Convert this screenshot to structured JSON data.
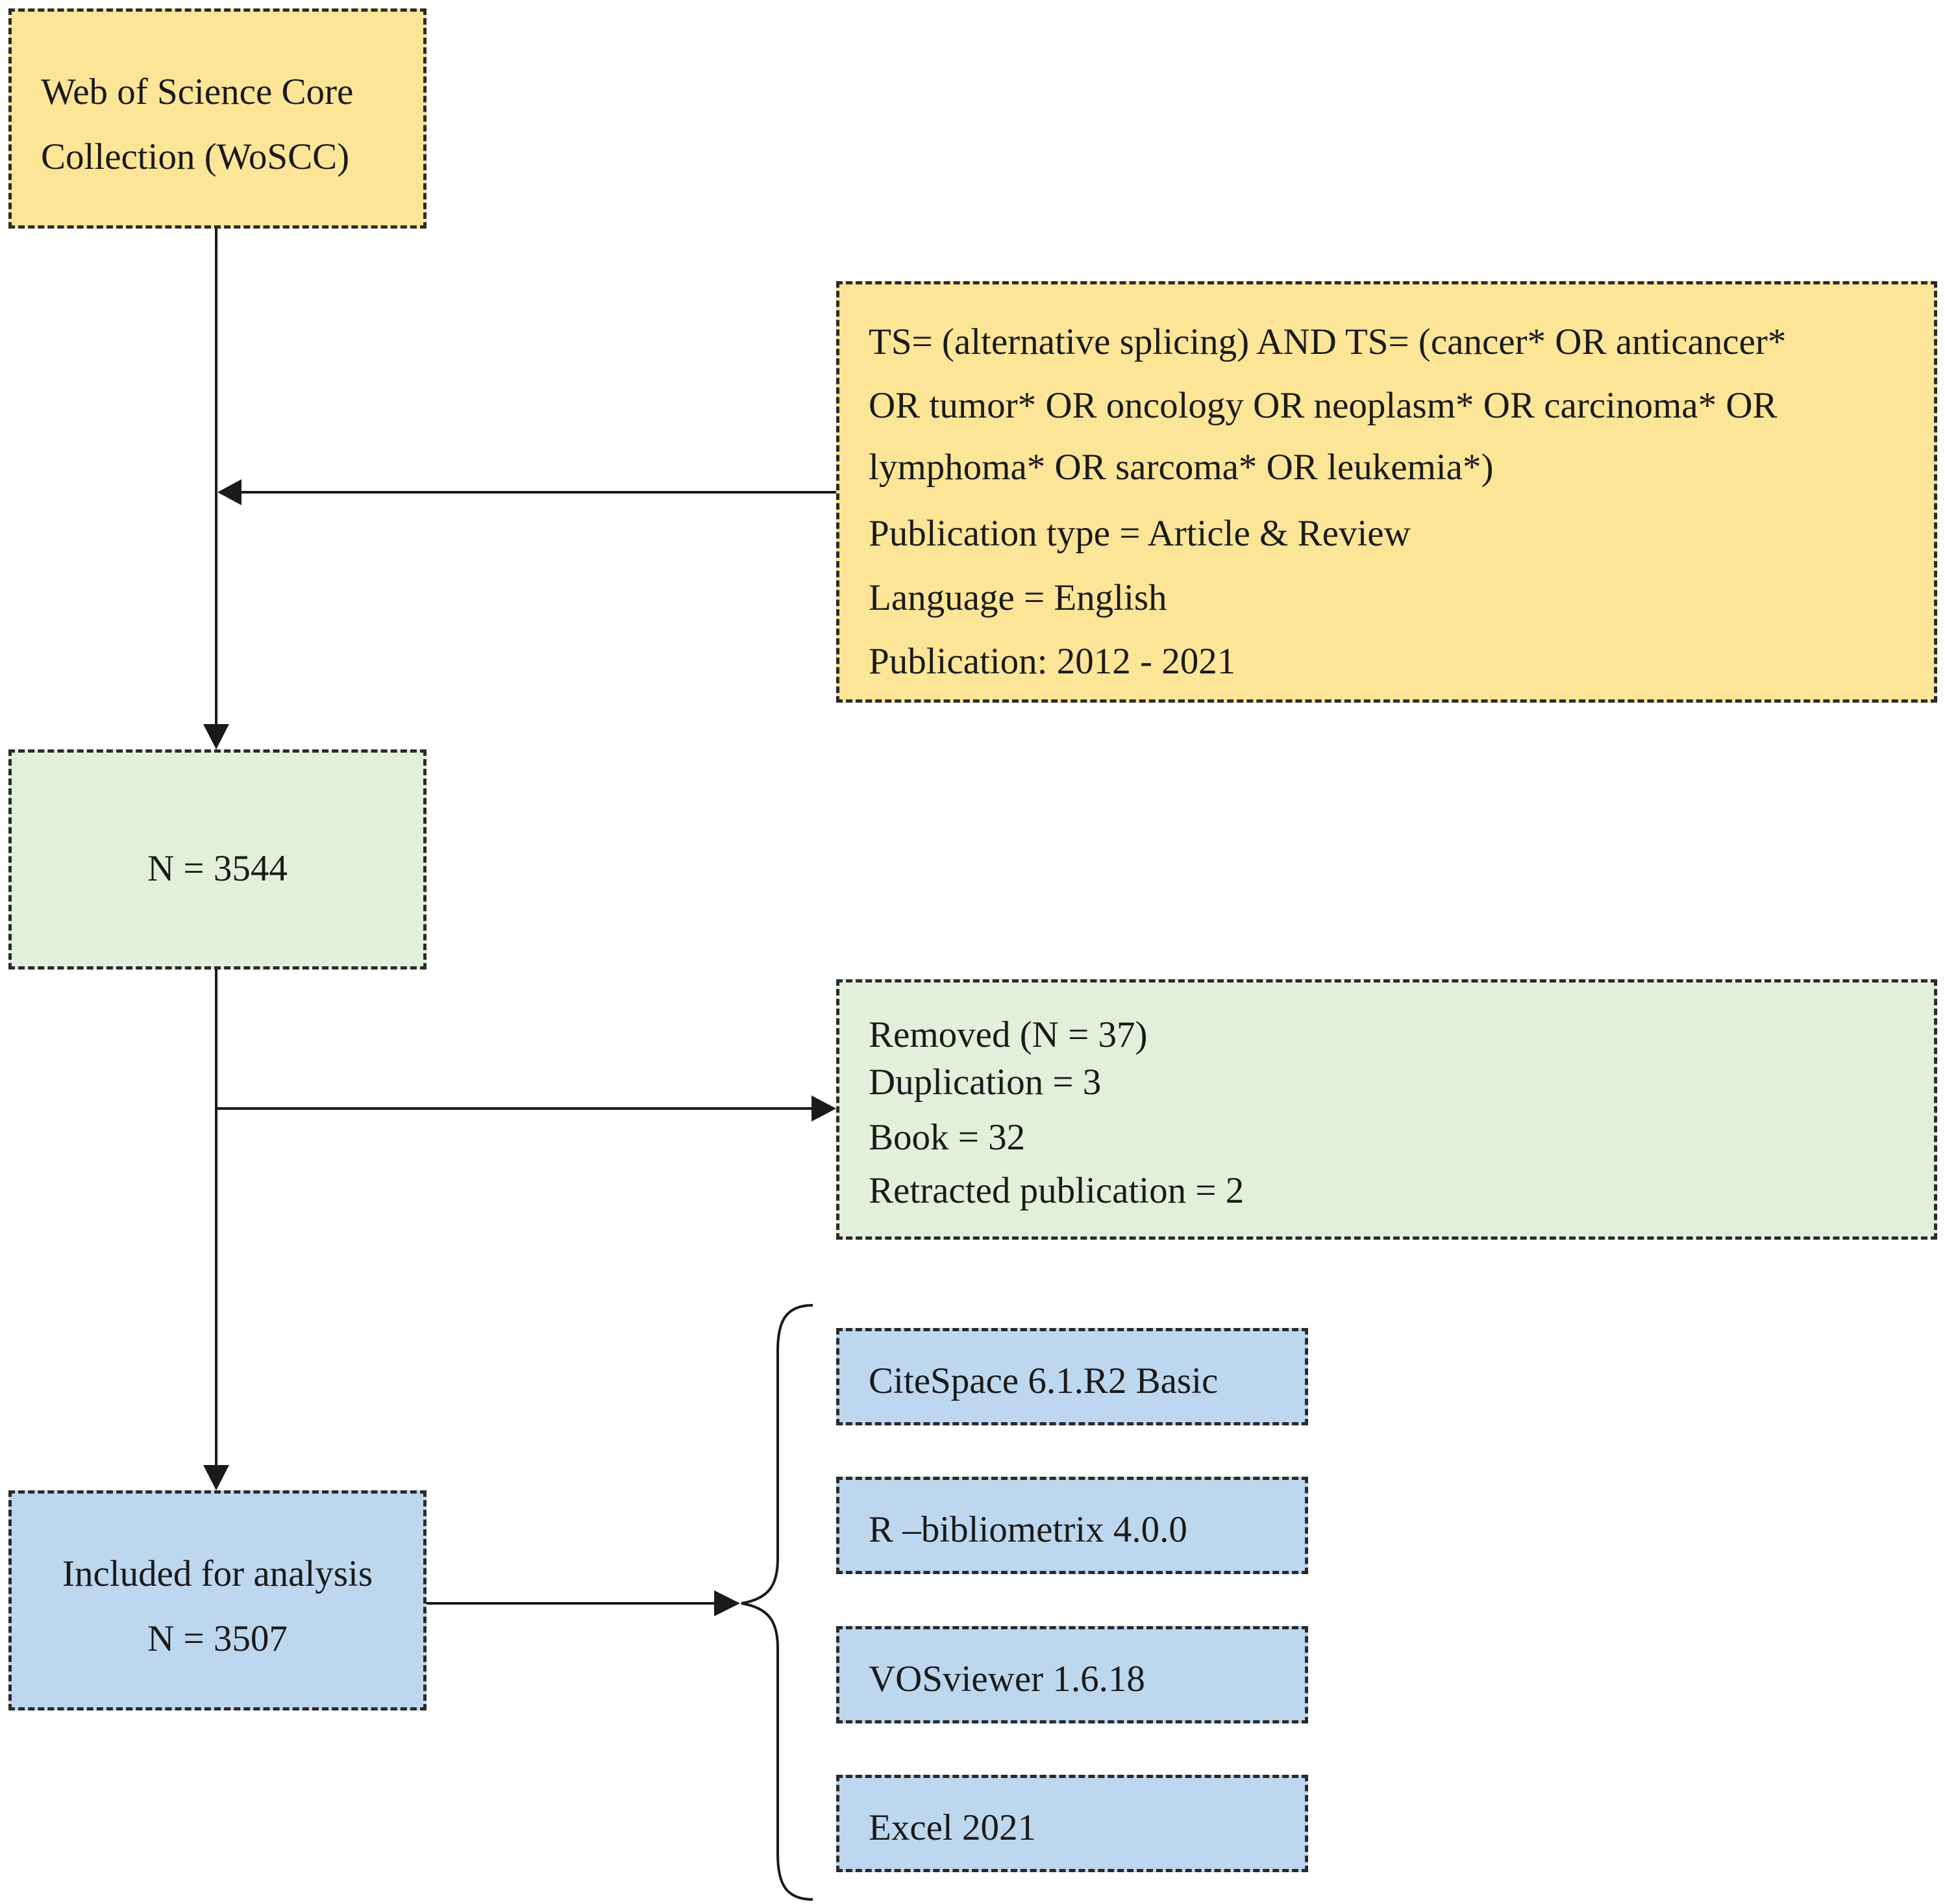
{
  "flow": {
    "source": {
      "lines": [
        "Web of Science Core",
        "Collection (WoSCC)"
      ],
      "color": "#fde597"
    },
    "criteria": {
      "lines": [
        "TS= (alternative splicing) AND TS= (cancer* OR anticancer*",
        "OR tumor* OR oncology OR neoplasm* OR carcinoma* OR",
        "lymphoma* OR sarcoma* OR leukemia*)",
        "Publication type = Article & Review",
        "Language = English",
        "Publication: 2012 - 2021"
      ],
      "color": "#fde597"
    },
    "initial_count": {
      "label": "N = 3544",
      "color": "#e2efda"
    },
    "removed": {
      "lines": [
        "Removed (N = 37)",
        "Duplication = 3",
        "Book = 32",
        "Retracted publication = 2"
      ],
      "color": "#e2efda"
    },
    "included": {
      "lines": [
        "Included for analysis",
        "N = 3507"
      ],
      "color": "#bdd7ee"
    },
    "tools": {
      "items": [
        "CiteSpace 6.1.R2 Basic",
        "R –bibliometrix  4.0.0",
        "VOSviewer  1.6.18",
        "Excel 2021"
      ],
      "color": "#bdd7ee"
    }
  }
}
